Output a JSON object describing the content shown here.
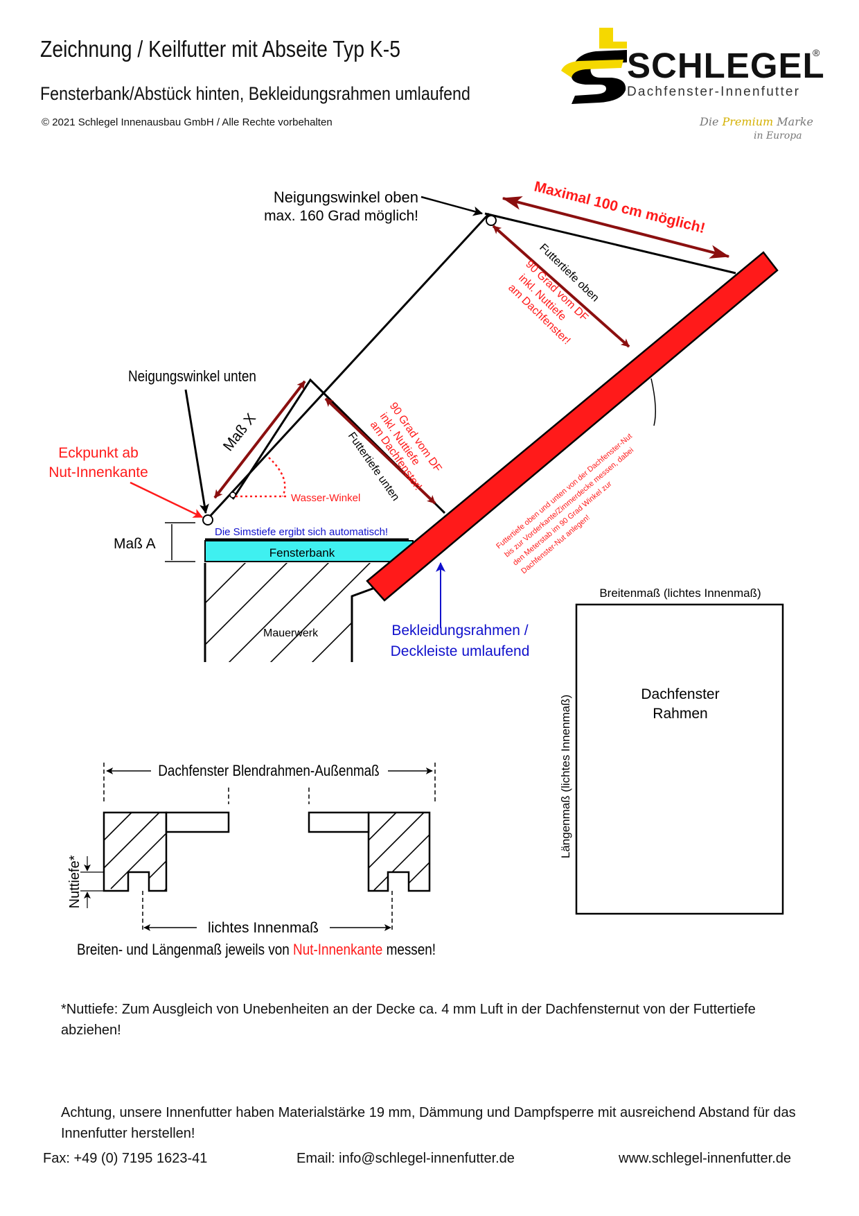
{
  "header": {
    "title": "Zeichnung / Keilfutter mit Abseite Typ K-5",
    "subtitle": "Fensterbank/Abstück hinten, Bekleidungsrahmen umlaufend",
    "copyright": "© 2021 Schlegel Innenausbau GmbH / Alle Rechte vorbehalten"
  },
  "logo": {
    "brand": "SCHLEGEL",
    "registered": "®",
    "tagline": "Dachfenster-Innenfutter",
    "slogan_prefix": "Die",
    "slogan_accent": "Premium",
    "slogan_suffix": "Marke",
    "slogan_line2": "in Europa"
  },
  "diagram": {
    "angle_top": [
      "Neigungswinkel oben",
      "max. 160 Grad möglich!"
    ],
    "max_length": "Maximal 100 cm möglich!",
    "depth_top": "Futtertiefe oben",
    "depth_top_note": [
      "90 Grad vom DF",
      "inkl. Nuttiefe",
      "am Dachfenster!"
    ],
    "angle_bottom": "Neigungswinkel unten",
    "mass_x": "Maß X",
    "depth_bottom": "Futtertiefe unten",
    "depth_bottom_note": [
      "90 Grad vom DF",
      "inkl. Nuttiefe",
      "am Dachfenster!"
    ],
    "corner_point": [
      "Eckpunkt ab",
      "Nut-Innenkante"
    ],
    "water_angle": "Wasser-Winkel",
    "mass_a": "Maß A",
    "sill_depth": "Die Simstiefe ergibt sich automatisch!",
    "window_sill": "Fensterbank",
    "masonry": "Mauerwerk",
    "measure_note": [
      "Futtertiefe oben und unten von der Dachfenster-Nut",
      "bis zur Vorderkante/Zimmerdecke messen, dabei",
      "den Meterstab im 90 Grad Winkel zur",
      "Dachfenster-Nut anlegen!"
    ],
    "cladding": [
      "Bekleidungsrahmen /",
      "Deckleiste umlaufend"
    ],
    "width": "Breitenmaß (lichtes Innenmaß)",
    "length": "Längenmaß (lichtes Innenmaß)",
    "frame": [
      "Dachfenster",
      "Rahmen"
    ],
    "outer_dim": "Dachfenster Blendrahmen-Außenmaß",
    "groove_depth": "Nuttiefe*",
    "inner_dim": "lichtes Innenmaß",
    "measure_rule_a": "Breiten- und Längenmaß jeweils von",
    "measure_rule_b": "Nut-Innenkante",
    "measure_rule_c": "messen!"
  },
  "notes": {
    "groove": "*Nuttiefe: Zum Ausgleich von Unebenheiten an der Decke ca. 4 mm Luft in der Dachfensternut von der Futtertiefe abziehen!",
    "warning": "Achtung, unsere Innenfutter haben Materialstärke 19 mm, Dämmung und Dampfsperre mit ausreichend Abstand für das Innenfutter herstellen!"
  },
  "footer": {
    "fax": "Fax: +49 (0) 7195 1623-41",
    "email": "Email: info@schlegel-innenfutter.de",
    "web": "www.schlegel-innenfutter.de"
  },
  "colors": {
    "dark_red": "#8b0f0f",
    "red": "#ff1a1a",
    "blue": "#1010cc",
    "cyan": "#3ff0f0",
    "logo_yellow": "#f5d800"
  }
}
